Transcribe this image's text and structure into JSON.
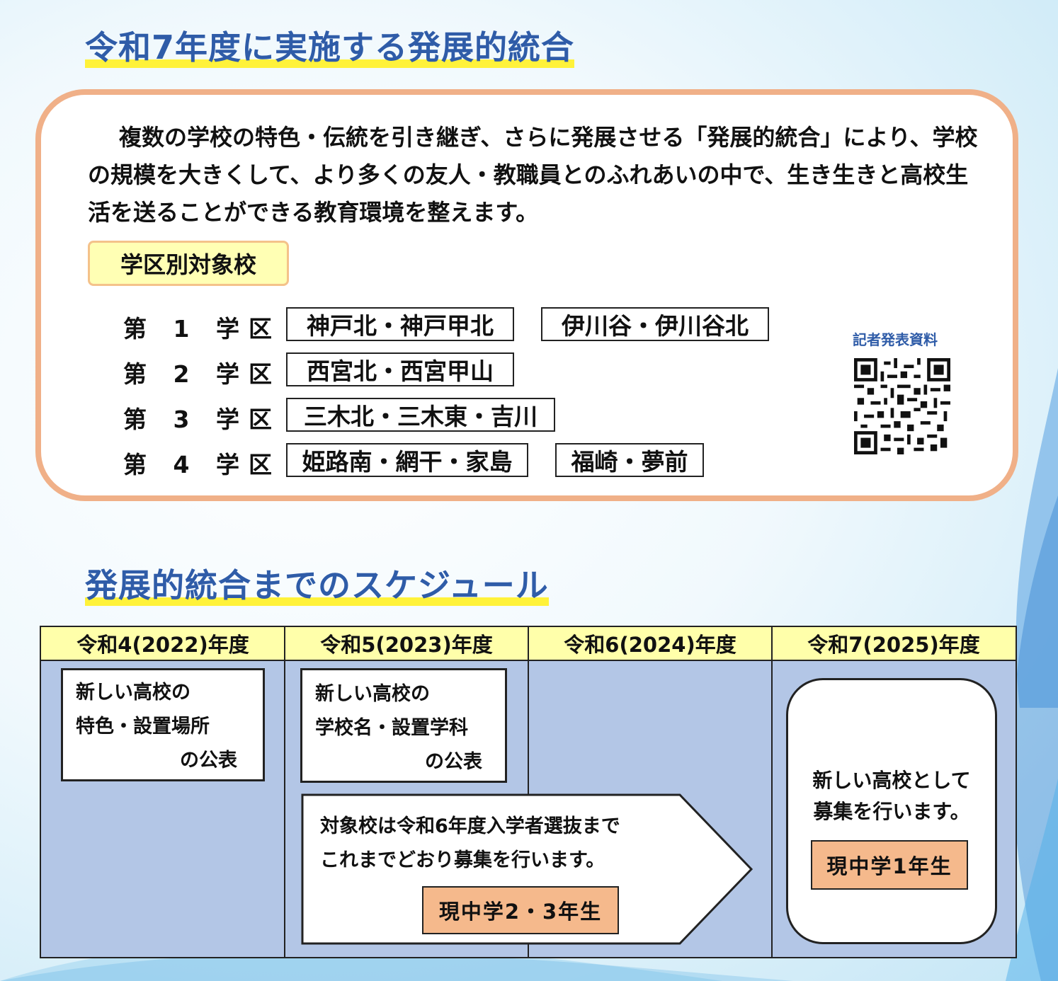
{
  "section1": {
    "title": "令和7年度に実施する発展的統合",
    "intro": "複数の学校の特色・伝統を引き継ぎ、さらに発展させる「発展的統合」により、学校の規模を大きくして、より多くの友人・教職員とのふれあいの中で、生き生きと高校生活を送ることができる教育環境を整えます。",
    "badge": "学区別対象校",
    "districts": [
      {
        "name": "第 1 学区",
        "schools": [
          "神戸北・神戸甲北",
          "伊川谷・伊川谷北"
        ]
      },
      {
        "name": "第 2 学区",
        "schools": [
          "西宮北・西宮甲山"
        ]
      },
      {
        "name": "第 3 学区",
        "schools": [
          "三木北・三木東・吉川"
        ]
      },
      {
        "name": "第 4 学区",
        "schools": [
          "姫路南・網干・家島",
          "福崎・夢前"
        ]
      }
    ],
    "qr_label": "記者発表資料"
  },
  "section2": {
    "title": "発展的統合までのスケジュール",
    "columns": [
      "令和4(2022)年度",
      "令和5(2023)年度",
      "令和6(2024)年度",
      "令和7(2025)年度"
    ],
    "note1": [
      "新しい高校の",
      "特色・設置場所",
      "の公表"
    ],
    "note2": [
      "新しい高校の",
      "学校名・設置学科",
      "の公表"
    ],
    "arrow_text": [
      "対象校は令和6年度入学者選抜まで",
      "これまでどおり募集を行います。"
    ],
    "arrow_tag": "現中学2・3年生",
    "final_text": [
      "新しい高校として",
      "募集を行います。"
    ],
    "final_tag": "現中学1年生"
  }
}
